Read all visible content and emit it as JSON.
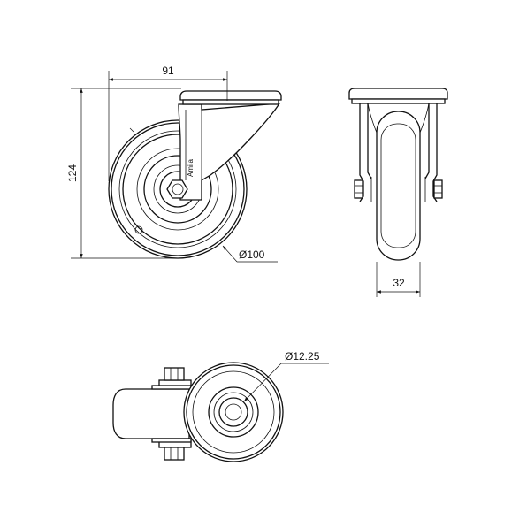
{
  "dimensions": {
    "width": "91",
    "height": "124",
    "wheel_diameter": "Ø100",
    "wheel_width": "32",
    "axle_diameter": "Ø12.25"
  },
  "logo_text": "Amila",
  "colors": {
    "line": "#111111",
    "background": "#ffffff"
  }
}
